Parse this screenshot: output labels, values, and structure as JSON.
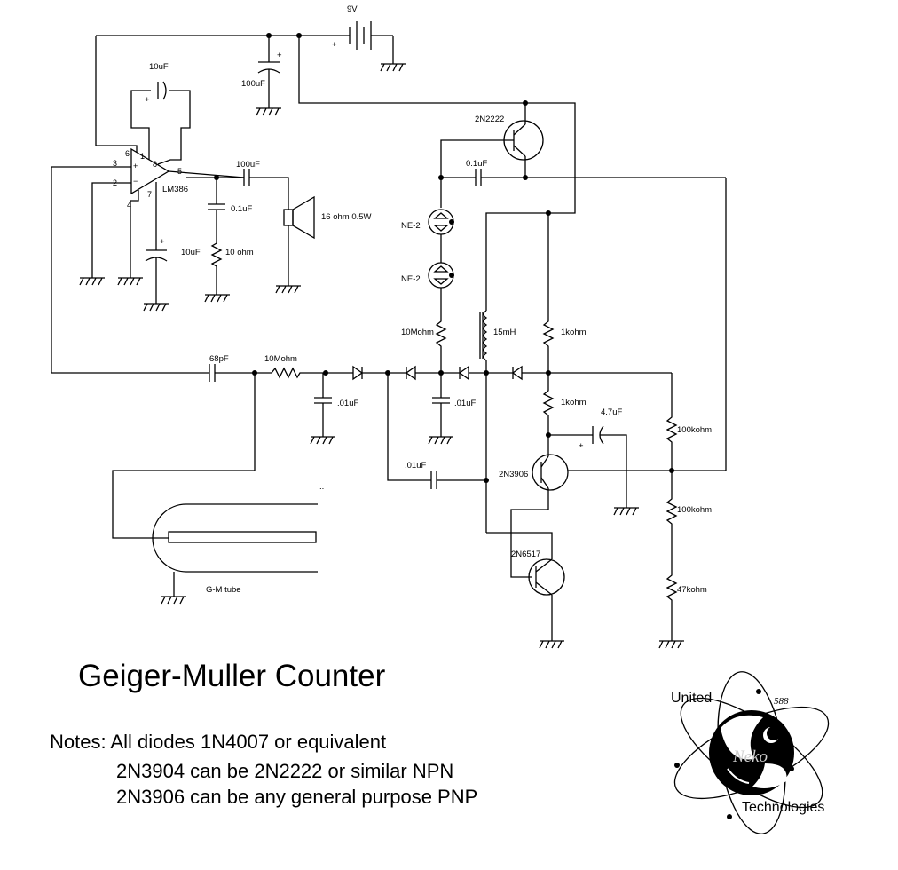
{
  "title": "Geiger-Muller Counter",
  "notes": [
    "Notes: All diodes 1N4007 or equivalent",
    "2N3904 can be 2N2222 or similar NPN",
    "2N3906 can be any general purpose PNP"
  ],
  "logo": {
    "top_text": "United",
    "bottom_text": "Technologies",
    "center_text": "Neko",
    "small_text": "588"
  },
  "components": {
    "battery": "9V",
    "cap_100uF_supply": "100uF",
    "cap_10uF_gain": "10uF",
    "cap_10uF_bypass": "10uF",
    "amp": "LM386",
    "cap_100uF_out": "100uF",
    "cap_0_1uF_zobel": "0.1uF",
    "res_10ohm": "10 ohm",
    "speaker": "16 ohm 0.5W",
    "q_npn": "2N2222",
    "cap_0_1uF_osc": "0.1uF",
    "neon1": "NE-2",
    "neon2": "NE-2",
    "res_10Mohm_a": "10Mohm",
    "inductor": "15mH",
    "res_1k_a": "1kohm",
    "res_1k_b": "1kohm",
    "cap_4_7uF": "4.7uF",
    "res_100k_a": "100kohm",
    "res_100k_b": "100kohm",
    "res_47k": "47kohm",
    "q_pnp": "2N3906",
    "q_darlington": "2N6517",
    "cap_68pF": "68pF",
    "res_10Mohm_b": "10Mohm",
    "cap_01uF_a": ".01uF",
    "cap_01uF_b": ".01uF",
    "cap_01uF_c": ".01uF",
    "tube": "G-M tube"
  },
  "amp_pins": {
    "p1": "1",
    "p2": "2",
    "p3": "3",
    "p4": "4",
    "p5": "5",
    "p6": "6",
    "p7": "7",
    "p8": "8"
  }
}
